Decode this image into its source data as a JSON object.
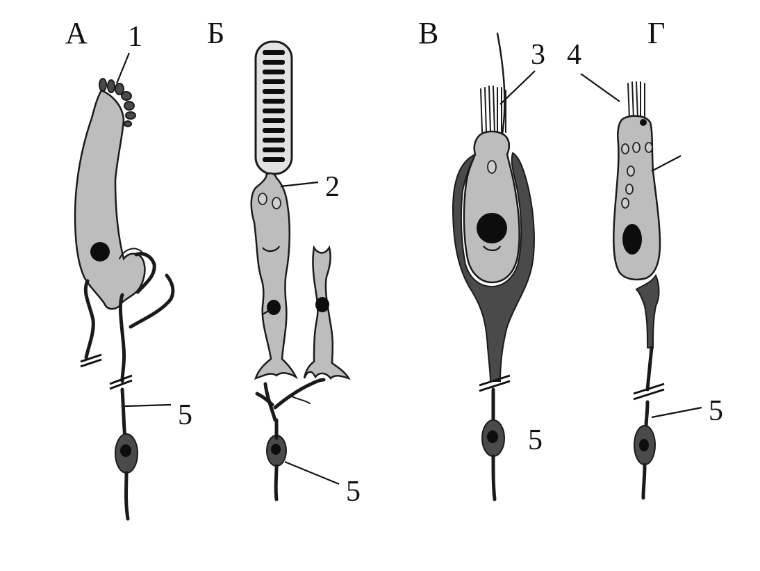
{
  "panels": {
    "a": "А",
    "b": "Б",
    "v": "В",
    "g": "Г"
  },
  "labels": {
    "n1": "1",
    "n2": "2",
    "n3": "3",
    "n4": "4",
    "n5a": "5",
    "n5b": "5",
    "n5v": "5",
    "n5g": "5"
  },
  "colors": {
    "cell_fill": "#bdbdbd",
    "dark_fill": "#4a4a4a",
    "outline": "#1a1a1a"
  }
}
